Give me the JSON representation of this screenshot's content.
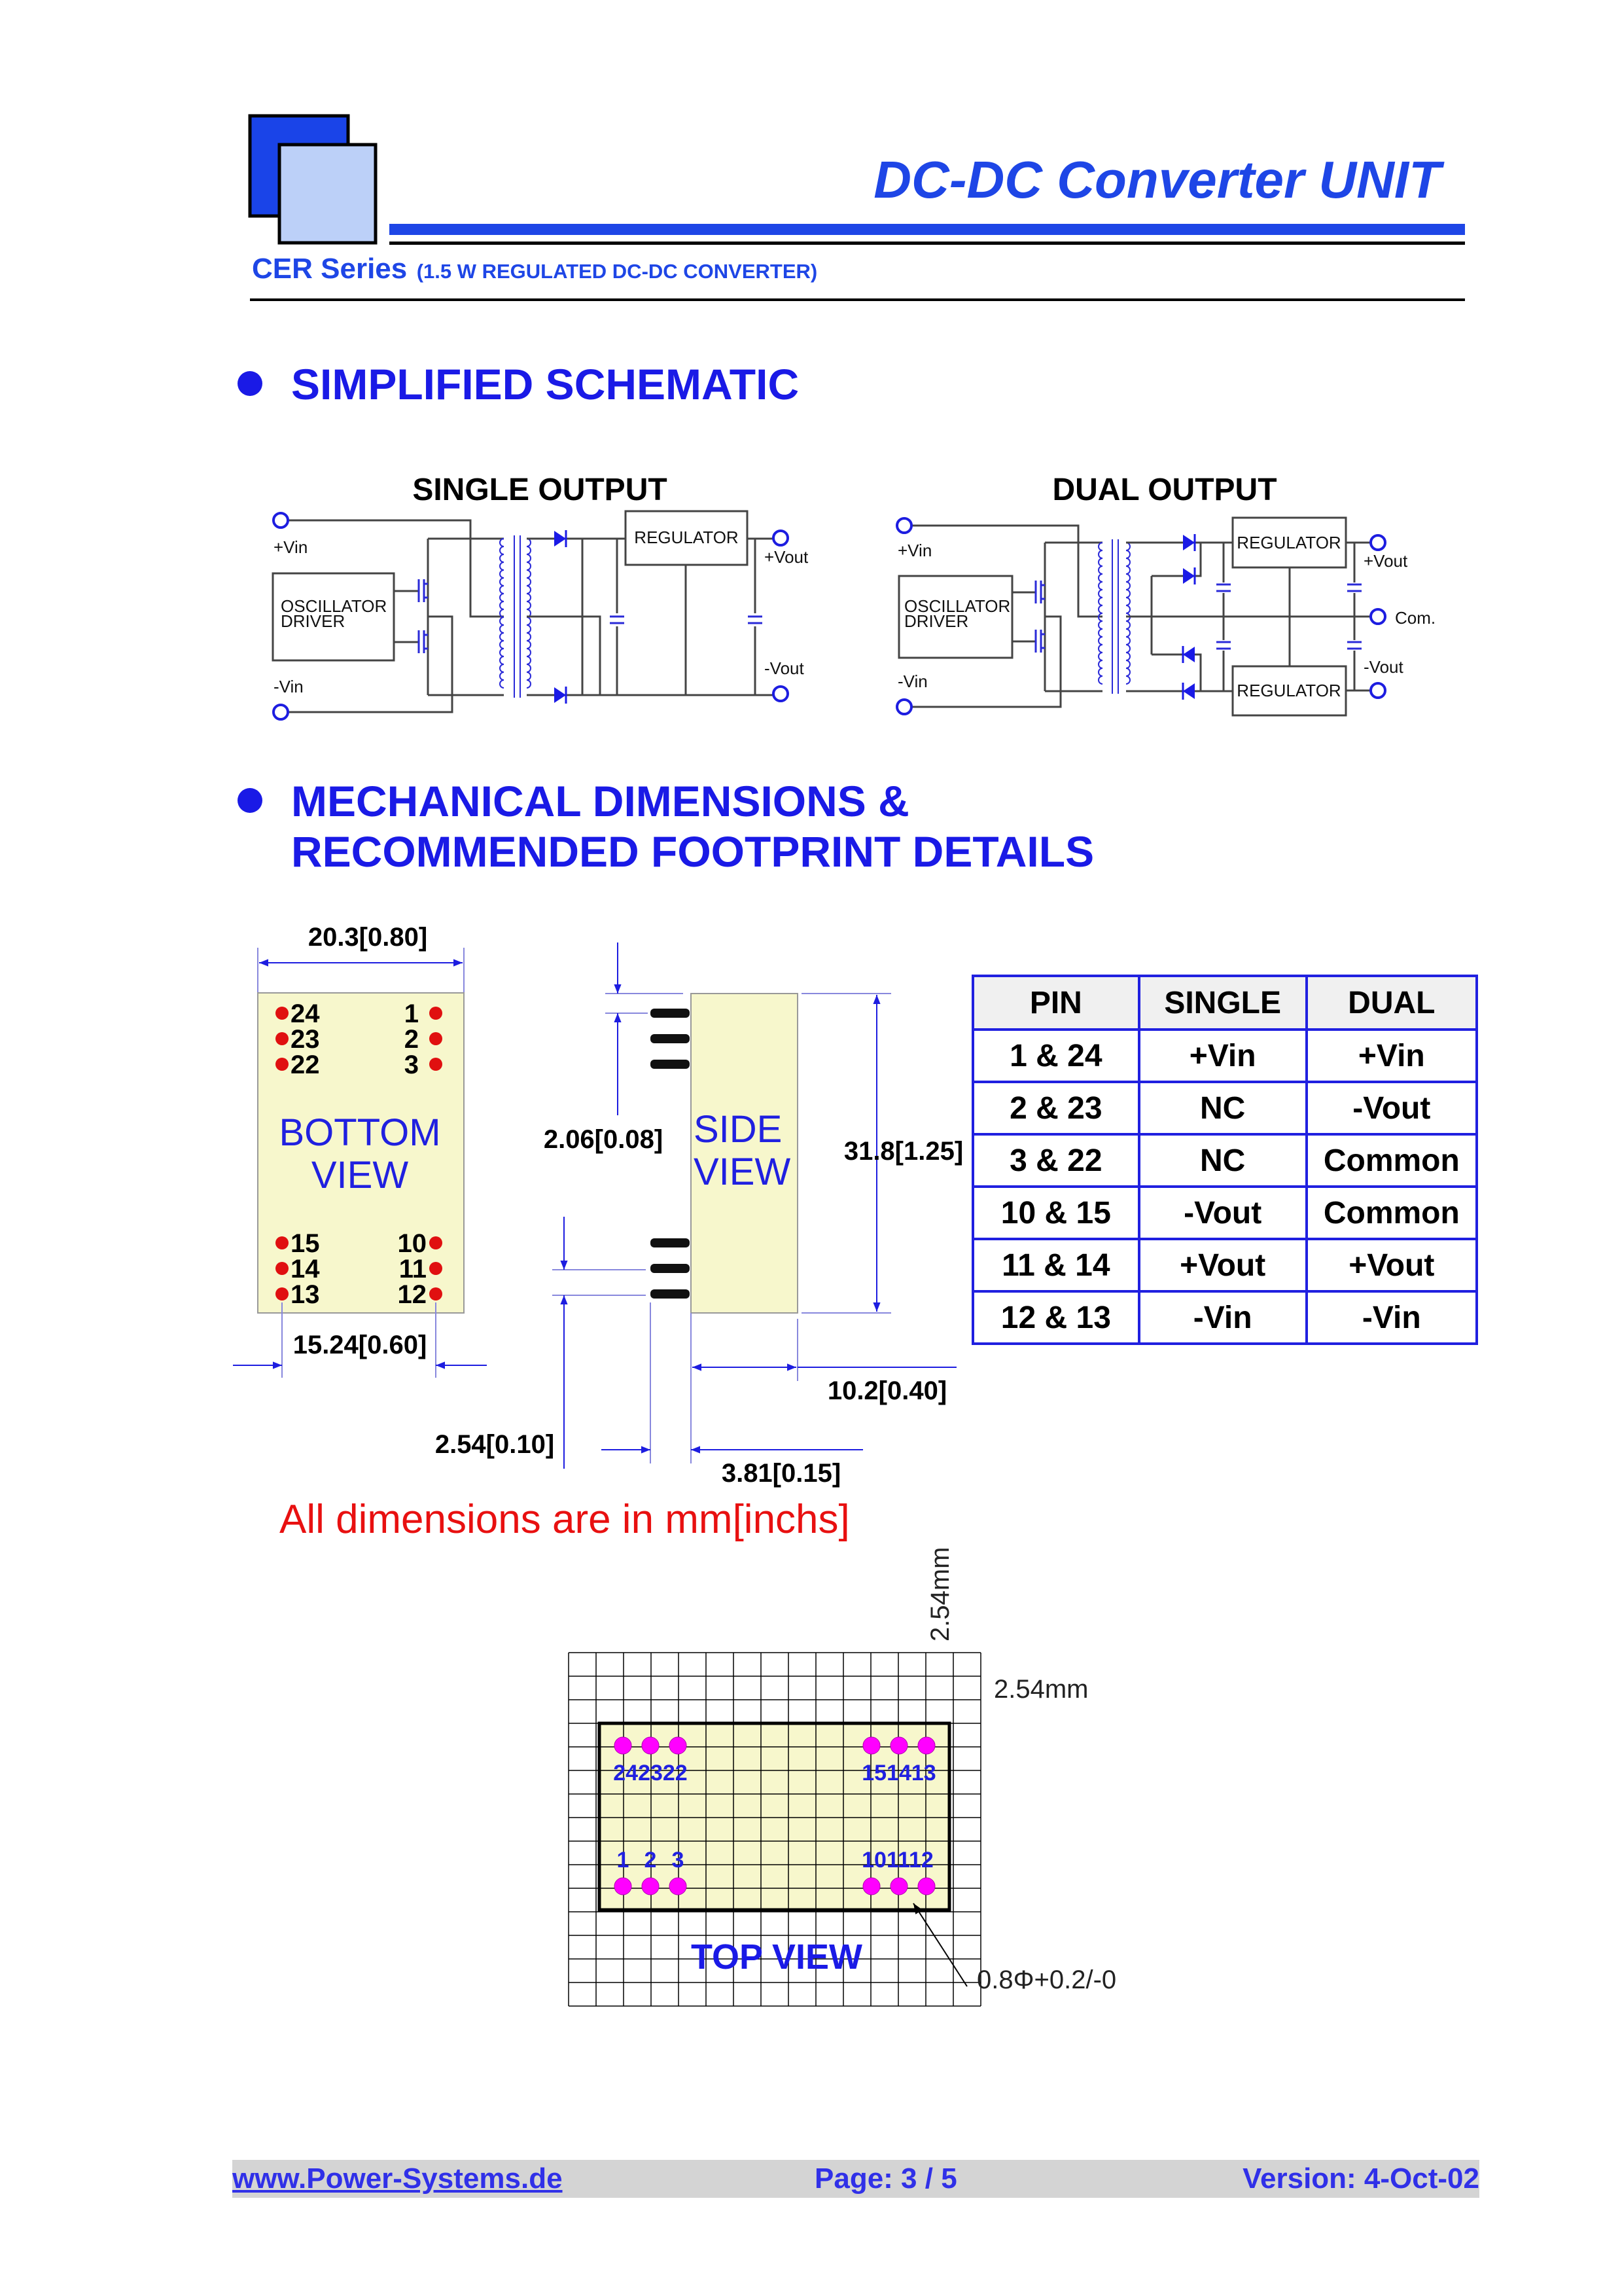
{
  "header": {
    "title": "DC-DC Converter UNIT",
    "series": "CER Series",
    "subtitle": "(1.5 W REGULATED DC-DC CONVERTER)"
  },
  "sections": {
    "schematic": "SIMPLIFIED SCHEMATIC",
    "mechanical_line1": "MECHANICAL DIMENSIONS &",
    "mechanical_line2": "RECOMMENDED FOOTPRINT DETAILS"
  },
  "schematic_single": {
    "title": "SINGLE OUTPUT",
    "vin_pos": "+Vin",
    "vin_neg": "-Vin",
    "osc_line1": "OSCILLATOR",
    "osc_line2": "DRIVER",
    "regulator": "REGULATOR",
    "vout_pos": "+Vout",
    "vout_neg": "-Vout"
  },
  "schematic_dual": {
    "title": "DUAL OUTPUT",
    "vin_pos": "+Vin",
    "vin_neg": "-Vin",
    "osc_line1": "OSCILLATOR",
    "osc_line2": "DRIVER",
    "regulator_top": "REGULATOR",
    "regulator_bottom": "REGULATOR",
    "vout_pos": "+Vout",
    "com": "Com.",
    "vout_neg": "-Vout"
  },
  "mechanical": {
    "width_dim": "20.3[0.80]",
    "pitch_dim": "15.24[0.60]",
    "pin_offset_dim": "2.06[0.08]",
    "height_dim": "31.8[1.25]",
    "depth_dim": "10.2[0.40]",
    "pin_spacing_dim": "2.54[0.10]",
    "standoff_dim": "3.81[0.15]",
    "bottom_view": [
      "BOTTOM",
      "VIEW"
    ],
    "side_view": [
      "SIDE",
      "VIEW"
    ],
    "pins_left_top": [
      "24",
      "23",
      "22"
    ],
    "pins_right_top": [
      "1",
      "2",
      "3"
    ],
    "pins_left_bottom": [
      "15",
      "14",
      "13"
    ],
    "pins_right_bottom": [
      "10",
      "11",
      "12"
    ]
  },
  "pin_table": {
    "headers": [
      "PIN",
      "SINGLE",
      "DUAL"
    ],
    "rows": [
      [
        "1 & 24",
        "+Vin",
        "+Vin"
      ],
      [
        "2 & 23",
        "NC",
        "-Vout"
      ],
      [
        "3 & 22",
        "NC",
        "Common"
      ],
      [
        "10 & 15",
        "-Vout",
        "Common"
      ],
      [
        "11 & 14",
        "+Vout",
        "+Vout"
      ],
      [
        "12 & 13",
        "-Vin",
        "-Vin"
      ]
    ]
  },
  "note": "All dimensions are in mm[inchs]",
  "footprint": {
    "grid_v_label": "2.54mm",
    "grid_h_label": "2.54mm",
    "hole_label": "0.8Φ+0.2/-0",
    "top_view": "TOP VIEW",
    "pins_top_left": "242322",
    "pins_top_right": "151413",
    "pins_bottom_left": [
      "1",
      "2",
      "3"
    ],
    "pins_bottom_right": "101112"
  },
  "footer": {
    "url": "www.Power-Systems.de",
    "page": "Page: 3 / 5",
    "version": "Version: 4-Oct-02"
  },
  "colors": {
    "brand_blue": "#1e46e6",
    "heading_blue": "#1a1ae6",
    "note_red": "#e81010",
    "pin_red": "#e01010",
    "pad_magenta": "#ff00ff",
    "module_fill": "#f7f7cc"
  }
}
